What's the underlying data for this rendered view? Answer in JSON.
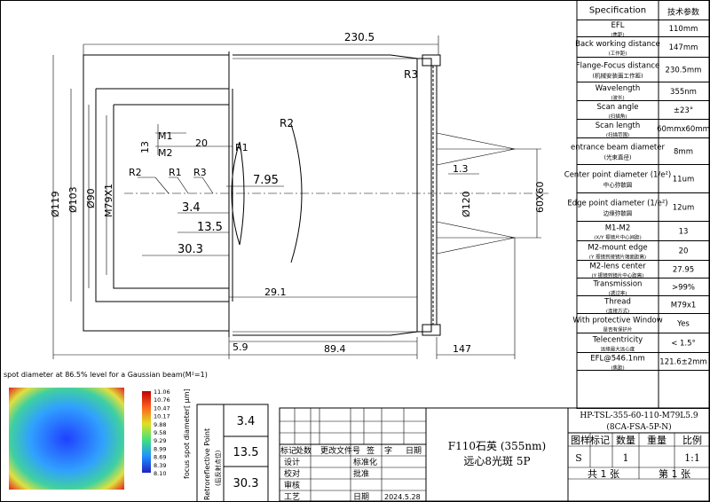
{
  "drawing": {
    "dims": {
      "overall_length": "230.5",
      "to_lens": "89.4",
      "bfl": "147",
      "front_gap": "5.9",
      "m2_lens": "29.1",
      "r3_pos": "30.3",
      "d_135": "13.5",
      "d_34": "3.4",
      "d_795": "7.95",
      "d_13_right": "1.3",
      "m_gap": "13",
      "m_20": "20",
      "scan": "60X60",
      "dia_119": "Ø119",
      "dia_103": "Ø103",
      "dia_90": "Ø90",
      "thread": "M79X1",
      "dia_120": "Ø120"
    },
    "labels": {
      "m1": "M1",
      "m2": "M2",
      "r1_a": "R1",
      "r1_b": "R1",
      "r2_a": "R2",
      "r2_b": "R2",
      "r3_a": "R3",
      "r3_b": "R3"
    }
  },
  "spec": {
    "head_en": "Specification",
    "head_cn": "技术参数",
    "rows": [
      {
        "en": "EFL",
        "cn": "(焦距)",
        "val": "110mm"
      },
      {
        "en": "Back working distance",
        "cn": "(工作距)",
        "val": "147mm"
      },
      {
        "en": "Flange-Focus distance",
        "cn": "(机械安装面工作距)",
        "val": "230.5mm"
      },
      {
        "en": "Wavelength",
        "cn": "(波长)",
        "val": "355nm"
      },
      {
        "en": "Scan angle",
        "cn": "(扫描角)",
        "val": "±23°"
      },
      {
        "en": "Scan length",
        "cn": "(扫描范围)",
        "val": "60mmx60mm"
      },
      {
        "en": "entrance beam diameter",
        "cn": "(光束直径)",
        "val": "8mm"
      },
      {
        "en": "Center point diameter (1/e²)",
        "cn": "中心弥散圆",
        "val": "11um"
      },
      {
        "en": "Edge point diameter (1/e²)",
        "cn": "边缘弥散圆",
        "val": "12um"
      },
      {
        "en": "M1-M2",
        "cn": "(X/Y 振镜片中心间距)",
        "val": "13"
      },
      {
        "en": "M2-mount edge",
        "cn": "(Y 振镜到接镜片端面距离)",
        "val": "20"
      },
      {
        "en": "M2-lens center",
        "cn": "(Y 振镜到镜片中心距离)",
        "val": "27.95"
      },
      {
        "en": "Transmission",
        "cn": "(透过率)",
        "val": ">99%"
      },
      {
        "en": "Thread",
        "cn": "(连接方式)",
        "val": "M79x1"
      },
      {
        "en": "With protective Window",
        "cn": "是否有保护片",
        "val": "Yes"
      },
      {
        "en": "Telecentricity",
        "cn": "远缘最大远心度",
        "val": "< 1.5°"
      },
      {
        "en": "EFL@546.1nm",
        "cn": "(焦距)",
        "val": "121.6±2mm"
      }
    ]
  },
  "spot": {
    "caption": "spot diameter at 86.5% level for a Gaussian beam(M²=1)",
    "axis_label": "focus spot diameter[ μm]",
    "scale": [
      "11.06",
      "10.76",
      "10.47",
      "10.17",
      "9.88",
      "9.58",
      "9.29",
      "8.99",
      "8.69",
      "8.39",
      "8.10"
    ]
  },
  "retro": {
    "label_en": "Retroreflective Point",
    "label_cn": "(后反射点位)",
    "values": [
      "3.4",
      "13.5",
      "30.3"
    ]
  },
  "titleblock": {
    "hdr": [
      "标记",
      "处数",
      "更改文件号",
      "签",
      "字",
      "日期"
    ],
    "roles": [
      "设计",
      "校对",
      "审核",
      "工艺"
    ],
    "role2": [
      "标准化",
      "批准",
      "日期"
    ],
    "date": "2024.5.28",
    "product_line1": "F110石英 (355nm)",
    "product_line2": "远心8光斑 5P",
    "part_no": "HP-TSL-355-60-110-M79L5.9",
    "part_sub": "(8CA-FSA-5P-N)",
    "h_mark": "图样标记",
    "h_qty": "数量",
    "h_weight": "重量",
    "h_scale": "比例",
    "v_mark": "S",
    "v_qty": "1",
    "v_scale": "1:1",
    "sheets": "共 1 张",
    "sheet": "第 1 张"
  }
}
